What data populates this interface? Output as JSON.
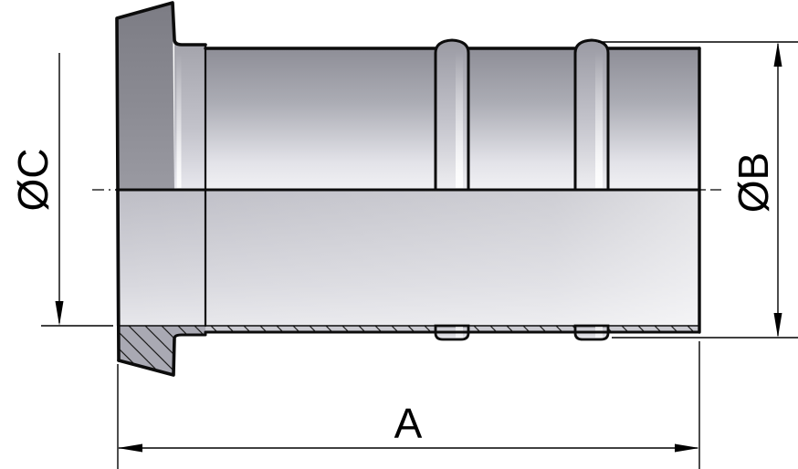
{
  "drawing": {
    "view": "half-section side view of hose liner fitting",
    "dimensions": {
      "length": {
        "label": "A"
      },
      "diameter_b": {
        "label": "ØB"
      },
      "diameter_c": {
        "label": "ØC"
      }
    },
    "colors": {
      "line": "#000000",
      "steel_dark": "#8e8e97",
      "steel_light": "#f1f1f4",
      "section_fill": "#a9a9b3",
      "background": "#ffffff"
    }
  }
}
